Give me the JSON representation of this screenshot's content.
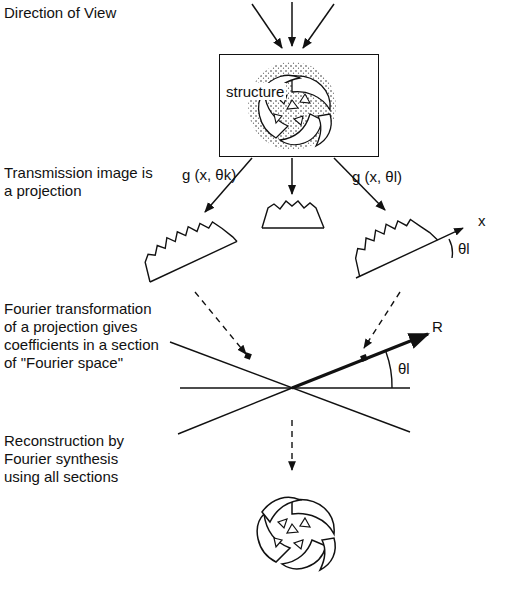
{
  "diagram": {
    "nodes": [
      {
        "text": [
          "structure"
        ]
      }
    ],
    "labels": [
      "Direction of View",
      "Transmission image is a projection",
      "g (x, θk)",
      "g (x, θl)",
      "x",
      "θl",
      "Fourier transformation of a projection gives coefficients in a section of \"Fourier space\"",
      "R",
      "θl",
      "Reconstruction by Fourier synthesis using all sections"
    ]
  }
}
